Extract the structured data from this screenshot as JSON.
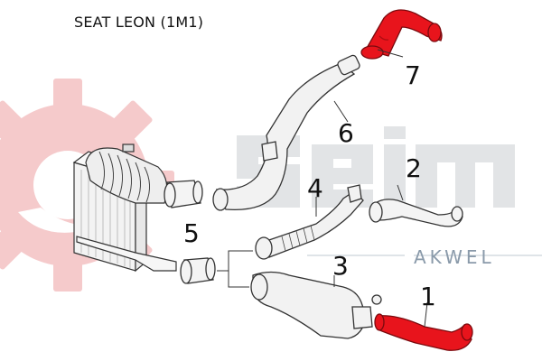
{
  "title": "SEAT LEON (1M1)",
  "watermark": {
    "brand": "AKWEL",
    "logo_color": "#f4c4c6",
    "brand_color": "#8a9aaa"
  },
  "highlight_color": "#e8141c",
  "parts": [
    {
      "label": "1",
      "name": "hose-1",
      "highlighted": true
    },
    {
      "label": "2",
      "name": "hose-2",
      "highlighted": false
    },
    {
      "label": "3",
      "name": "pipe-3",
      "highlighted": false
    },
    {
      "label": "4",
      "name": "pipe-4",
      "highlighted": false
    },
    {
      "label": "5",
      "name": "connector-5",
      "highlighted": false
    },
    {
      "label": "6",
      "name": "pipe-6",
      "highlighted": false
    },
    {
      "label": "7",
      "name": "hose-7",
      "highlighted": true
    }
  ]
}
